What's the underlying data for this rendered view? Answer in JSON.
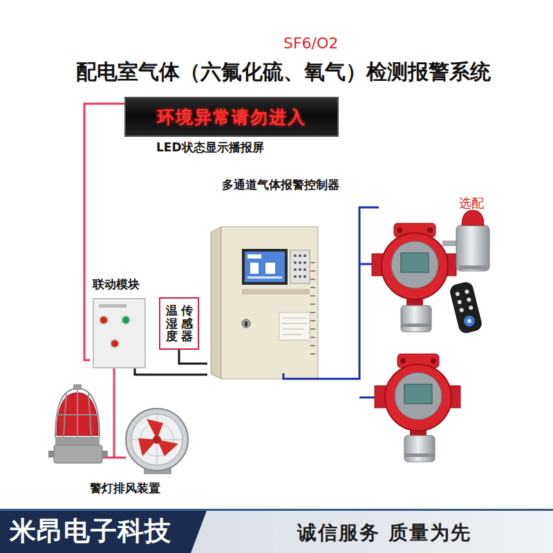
{
  "diagram": {
    "title": "配电室气体（六氟化硫、氧气）检测报警系统",
    "nodes": [
      {
        "text": [
          "环境异常请勿进入",
          "LED状态显示播报屏"
        ]
      },
      {
        "text": [
          "多通道气体报警控制器"
        ]
      },
      {
        "text": [
          "联动模块"
        ]
      },
      {
        "text": [
          "温湿度",
          "传感器"
        ]
      },
      {
        "text": [
          "警灯排风装置"
        ]
      }
    ],
    "edges": [
      {
        "from": 0,
        "to": 2,
        "arrow": "none"
      },
      {
        "from": 2,
        "to": 1,
        "arrow": "none"
      },
      {
        "from": 3,
        "to": 1,
        "arrow": "none"
      },
      {
        "from": 2,
        "to": 4,
        "arrow": "none"
      }
    ],
    "labels": [
      "SF6/O2",
      "选配",
      "米昂电子科技",
      "诚信服务 质量为先"
    ]
  }
}
